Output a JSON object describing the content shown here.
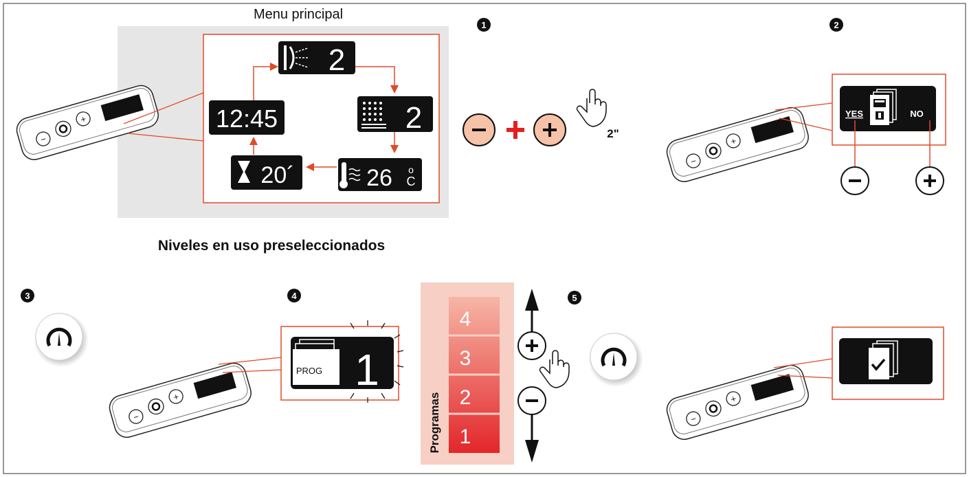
{
  "menu": {
    "title": "Menu principal",
    "screens": {
      "top": "2",
      "right": "2",
      "bottom_right": "26",
      "bottom_right_unit_top": "o",
      "bottom_right_unit_bottom": "C",
      "bottom_left": "20´",
      "left": "12:45"
    }
  },
  "preset_title": "Niveles en uso preseleccionados",
  "steps": [
    "1",
    "2",
    "3",
    "4",
    "5"
  ],
  "step1": {
    "hold_time": "2\""
  },
  "step2": {
    "yes_label": "YES",
    "no_label": "NO"
  },
  "step4": {
    "prog_label": "PROG",
    "program_number": "1"
  },
  "programs": {
    "label": "Programas",
    "items": [
      "4",
      "3",
      "2",
      "1"
    ]
  },
  "colors": {
    "accent": "#e04a2a",
    "plus_red": "#e41f1f",
    "pale_button": "#f6c2a8",
    "panel_gray": "#e6e6e6"
  }
}
